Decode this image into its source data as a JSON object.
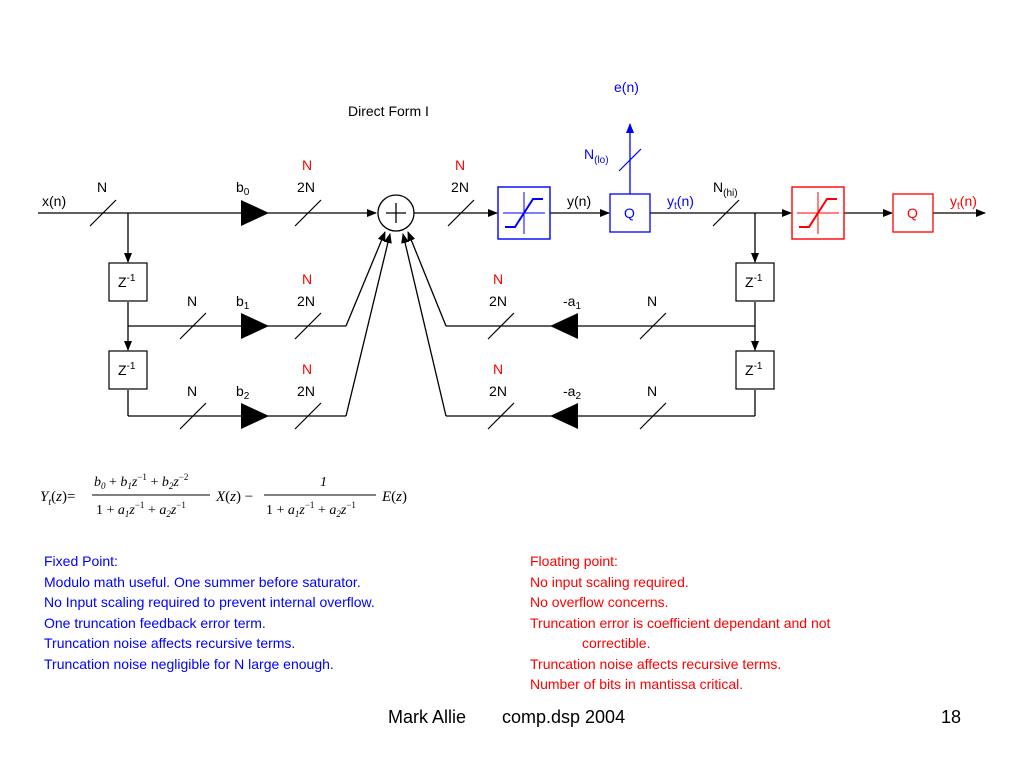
{
  "title": "Direct Form I",
  "signals": {
    "input": "x(n)",
    "y": "y(n)",
    "yt": "yt(n)",
    "error": "e(n)",
    "nlo": "N(lo)",
    "nhi": "N(hi)"
  },
  "widths": {
    "n": "N",
    "two_n": "2N"
  },
  "coefficients": {
    "b0": "b0",
    "b1": "b1",
    "b2": "b2",
    "a1": "-a1",
    "a2": "-a2"
  },
  "blocks": {
    "delay": "Z-1",
    "quantizer": "Q",
    "adder": "+"
  },
  "formula": {
    "lhs": "Yt(z) =",
    "num1": "b0 + b1z-1 + b2z-2",
    "den1": "1 + a1z-1 + a2z-1",
    "x": "X(z) −",
    "num2": "1",
    "den2": "1 + a1z-1 + a2z-1",
    "e": "E(z)"
  },
  "fixed_point": [
    "Fixed Point:",
    "Modulo math useful.  One summer before saturator.",
    "No Input scaling required to prevent internal overflow.",
    "One truncation feedback error term.",
    "Truncation noise affects recursive terms.",
    "Truncation noise negligible for N large enough."
  ],
  "floating_point": [
    "Floating point:",
    "No input scaling required.",
    "No overflow concerns.",
    "Truncation error is coefficient dependant and not",
    "correctible.",
    "Truncation noise affects recursive terms.",
    "Number of bits in mantissa critical."
  ],
  "footer": {
    "author": "Mark Allie",
    "course": "comp.dsp 2004",
    "page": "18"
  },
  "colors": {
    "blue": "#0000ff",
    "red": "#ff0000",
    "black": "#000000"
  }
}
